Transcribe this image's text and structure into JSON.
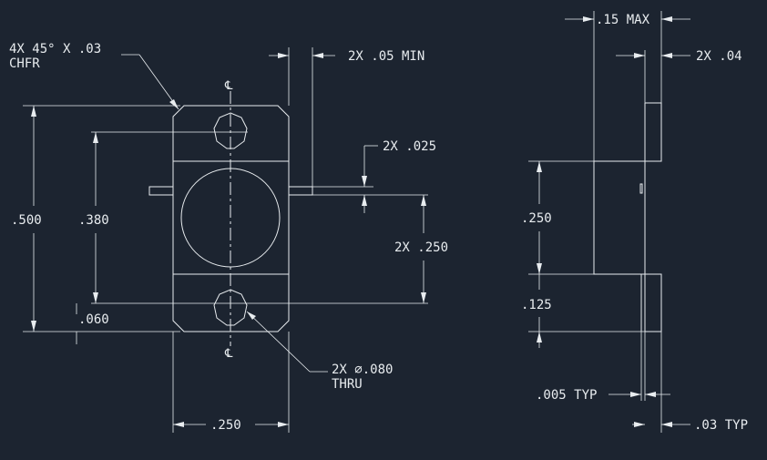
{
  "labels": {
    "chamfer_line1": "4X 45° X .03",
    "chamfer_line2": "CHFR",
    "centerline_top": "℄",
    "centerline_bottom": "℄",
    "min_05": "2X .05 MIN",
    "tab_025": "2X .025",
    "dim_500": ".500",
    "dim_380": ".380",
    "dim_060": ".060",
    "dim_250_right": "2X .250",
    "hole_line1": "2X ⌀.080",
    "hole_line2": "THRU",
    "dim_250_bottom": ".250",
    "side_15max": ".15 MAX",
    "side_04": "2X .04",
    "side_250": ".250",
    "side_125": ".125",
    "side_005": ".005 TYP",
    "side_03": ".03 TYP"
  },
  "colors": {
    "background": "#1c2430",
    "linework": "#e8ecef"
  }
}
